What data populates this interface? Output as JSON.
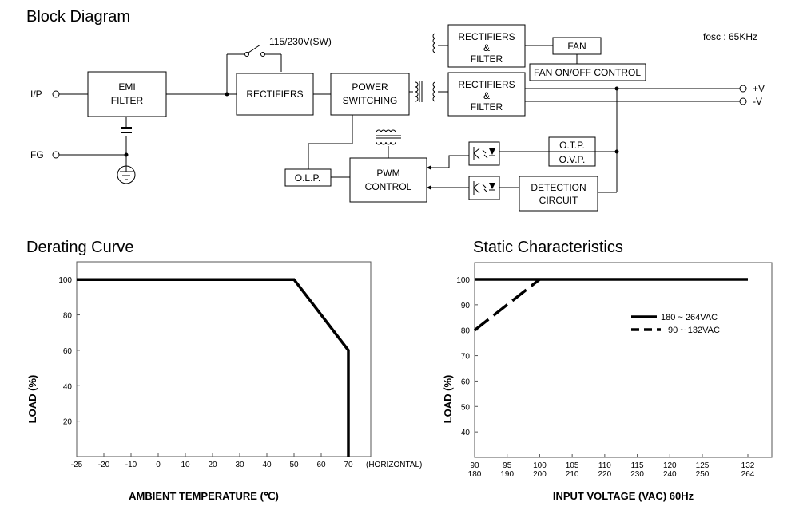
{
  "block_diagram": {
    "title": "Block Diagram",
    "fosc": "fosc : 65KHz",
    "switch_label": "115/230V(SW)",
    "terminals": {
      "input": "I/P",
      "ground": "FG",
      "pos": "+V",
      "neg": "-V"
    },
    "blocks": {
      "emi_l1": "EMI",
      "emi_l2": "FILTER",
      "rect": "RECTIFIERS",
      "psw_l1": "POWER",
      "psw_l2": "SWITCHING",
      "rf_top_l1": "RECTIFIERS",
      "rf_top_l2": "&",
      "rf_top_l3": "FILTER",
      "rf_bot_l1": "RECTIFIERS",
      "rf_bot_l2": "&",
      "rf_bot_l3": "FILTER",
      "fan": "FAN",
      "fan_ctrl": "FAN ON/OFF CONTROL",
      "pwm_l1": "PWM",
      "pwm_l2": "CONTROL",
      "olp": "O.L.P.",
      "otp": "O.T.P.",
      "ovp": "O.V.P.",
      "det_l1": "DETECTION",
      "det_l2": "CIRCUIT"
    },
    "icons": [
      "transformer-icon",
      "switch-icon",
      "ground-icon",
      "capacitor-icon",
      "optocoupler-icon"
    ]
  },
  "derating": {
    "title": "Derating Curve",
    "chart_data": {
      "type": "line",
      "xlabel": "AMBIENT TEMPERATURE (℃)",
      "ylabel": "LOAD (%)",
      "x_suffix": "(HORIZONTAL)",
      "x_ticks": [
        -25,
        -20,
        -10,
        0,
        10,
        20,
        30,
        40,
        50,
        60,
        70
      ],
      "y_ticks": [
        20,
        40,
        60,
        80,
        100
      ],
      "xlim": [
        -25,
        83
      ],
      "ylim": [
        0,
        110
      ],
      "series": [
        {
          "x": [
            -25,
            50,
            70,
            70
          ],
          "y": [
            100,
            100,
            60,
            0
          ]
        }
      ],
      "grid": false
    }
  },
  "static": {
    "title": "Static Characteristics",
    "chart_data": {
      "type": "line",
      "xlabel": "INPUT VOLTAGE (VAC) 60Hz",
      "ylabel": "LOAD (%)",
      "x_ticks_top": [
        "90",
        "95",
        "100",
        "105",
        "110",
        "115",
        "120",
        "125",
        "132"
      ],
      "x_ticks_bottom": [
        "180",
        "190",
        "200",
        "210",
        "220",
        "230",
        "240",
        "250",
        "264"
      ],
      "y_ticks": [
        40,
        50,
        60,
        70,
        80,
        90,
        100
      ],
      "xlim": [
        90,
        134
      ],
      "ylim": [
        30,
        104
      ],
      "legend_position": "top-right",
      "series": [
        {
          "name": "180 ~ 264VAC",
          "style": "solid",
          "x": [
            90,
            132
          ],
          "y": [
            100,
            100
          ]
        },
        {
          "name": "90 ~ 132VAC",
          "style": "dashed",
          "x": [
            90,
            100,
            132
          ],
          "y": [
            80,
            100,
            100
          ]
        }
      ],
      "grid": false
    }
  }
}
